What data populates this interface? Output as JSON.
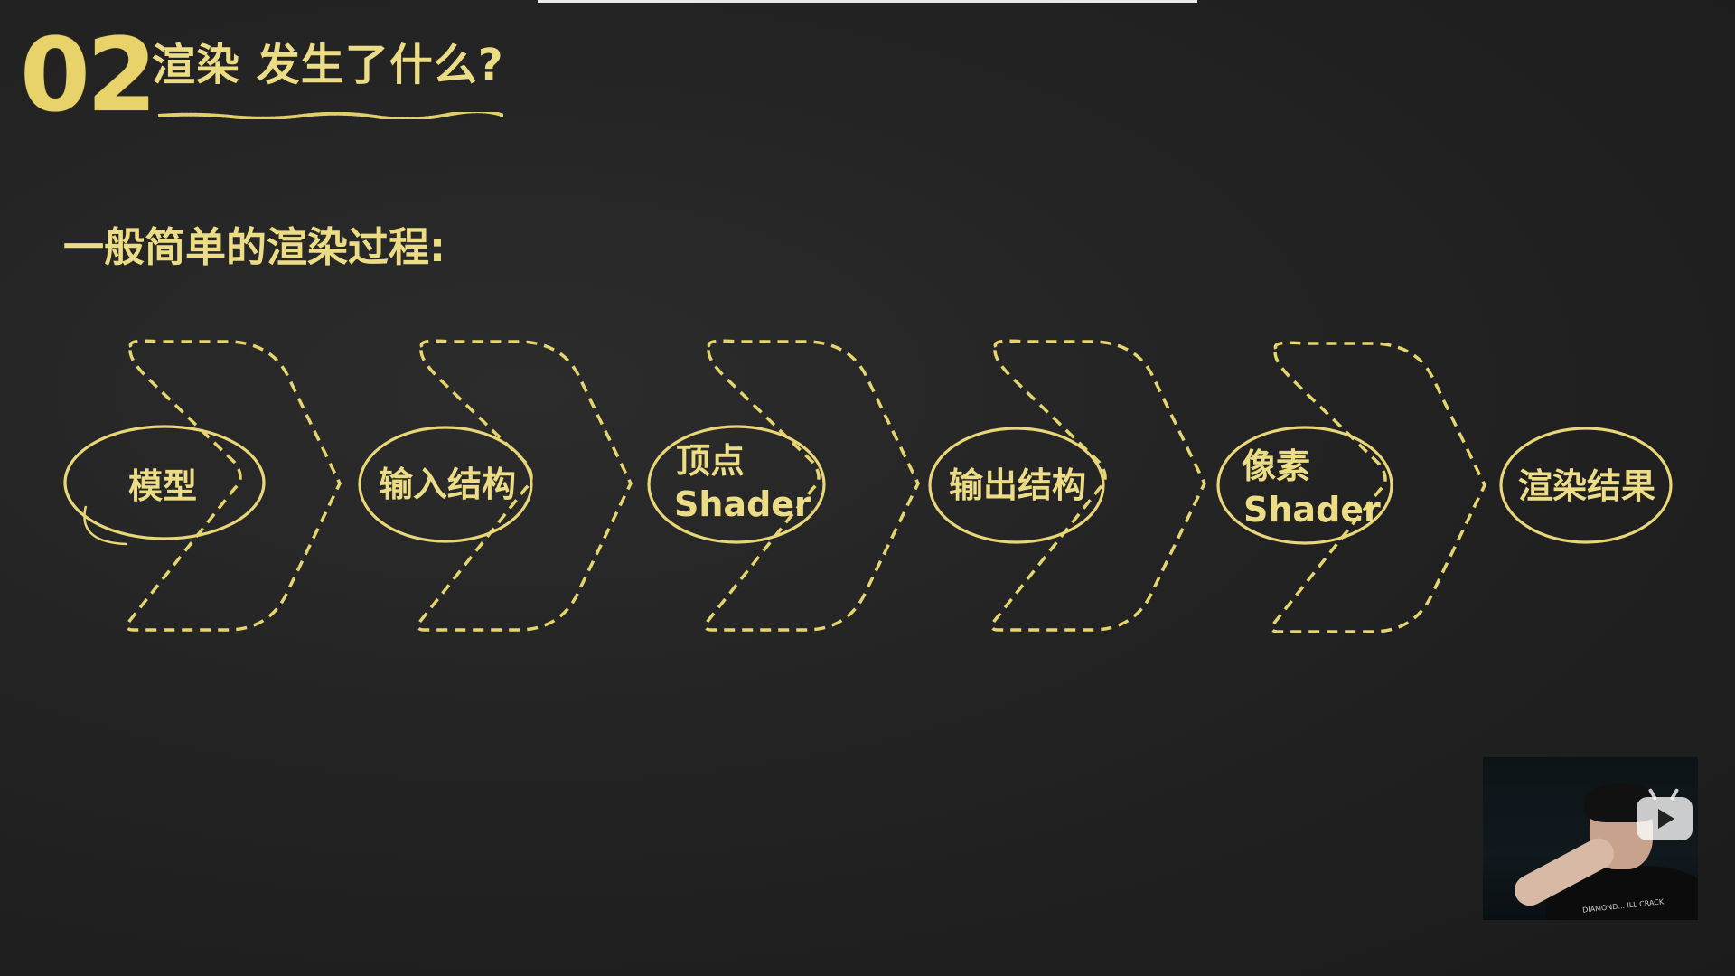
{
  "slide": {
    "section_number": "02",
    "section_title": "渲染 发生了什么?",
    "subtitle": "一般简单的渲染过程:"
  },
  "pipeline": {
    "steps": [
      {
        "id": "model",
        "lines": [
          "模型"
        ]
      },
      {
        "id": "input-struct",
        "lines": [
          "输入结构"
        ]
      },
      {
        "id": "vertex-shader",
        "lines": [
          "顶点",
          "Shader"
        ]
      },
      {
        "id": "output-struct",
        "lines": [
          "输出结构"
        ]
      },
      {
        "id": "pixel-shader",
        "lines": [
          "像素",
          "Shader"
        ]
      },
      {
        "id": "render-result",
        "lines": [
          "渲染结果"
        ]
      }
    ]
  },
  "webcam": {
    "shirt_text": "DIAMOND... ILL CRACK"
  },
  "colors": {
    "chalk_yellow": "#ecdc86",
    "board": "#232323",
    "dash": "#e5d56e"
  },
  "icons": {
    "play_badge": "bilibili-play-icon"
  }
}
